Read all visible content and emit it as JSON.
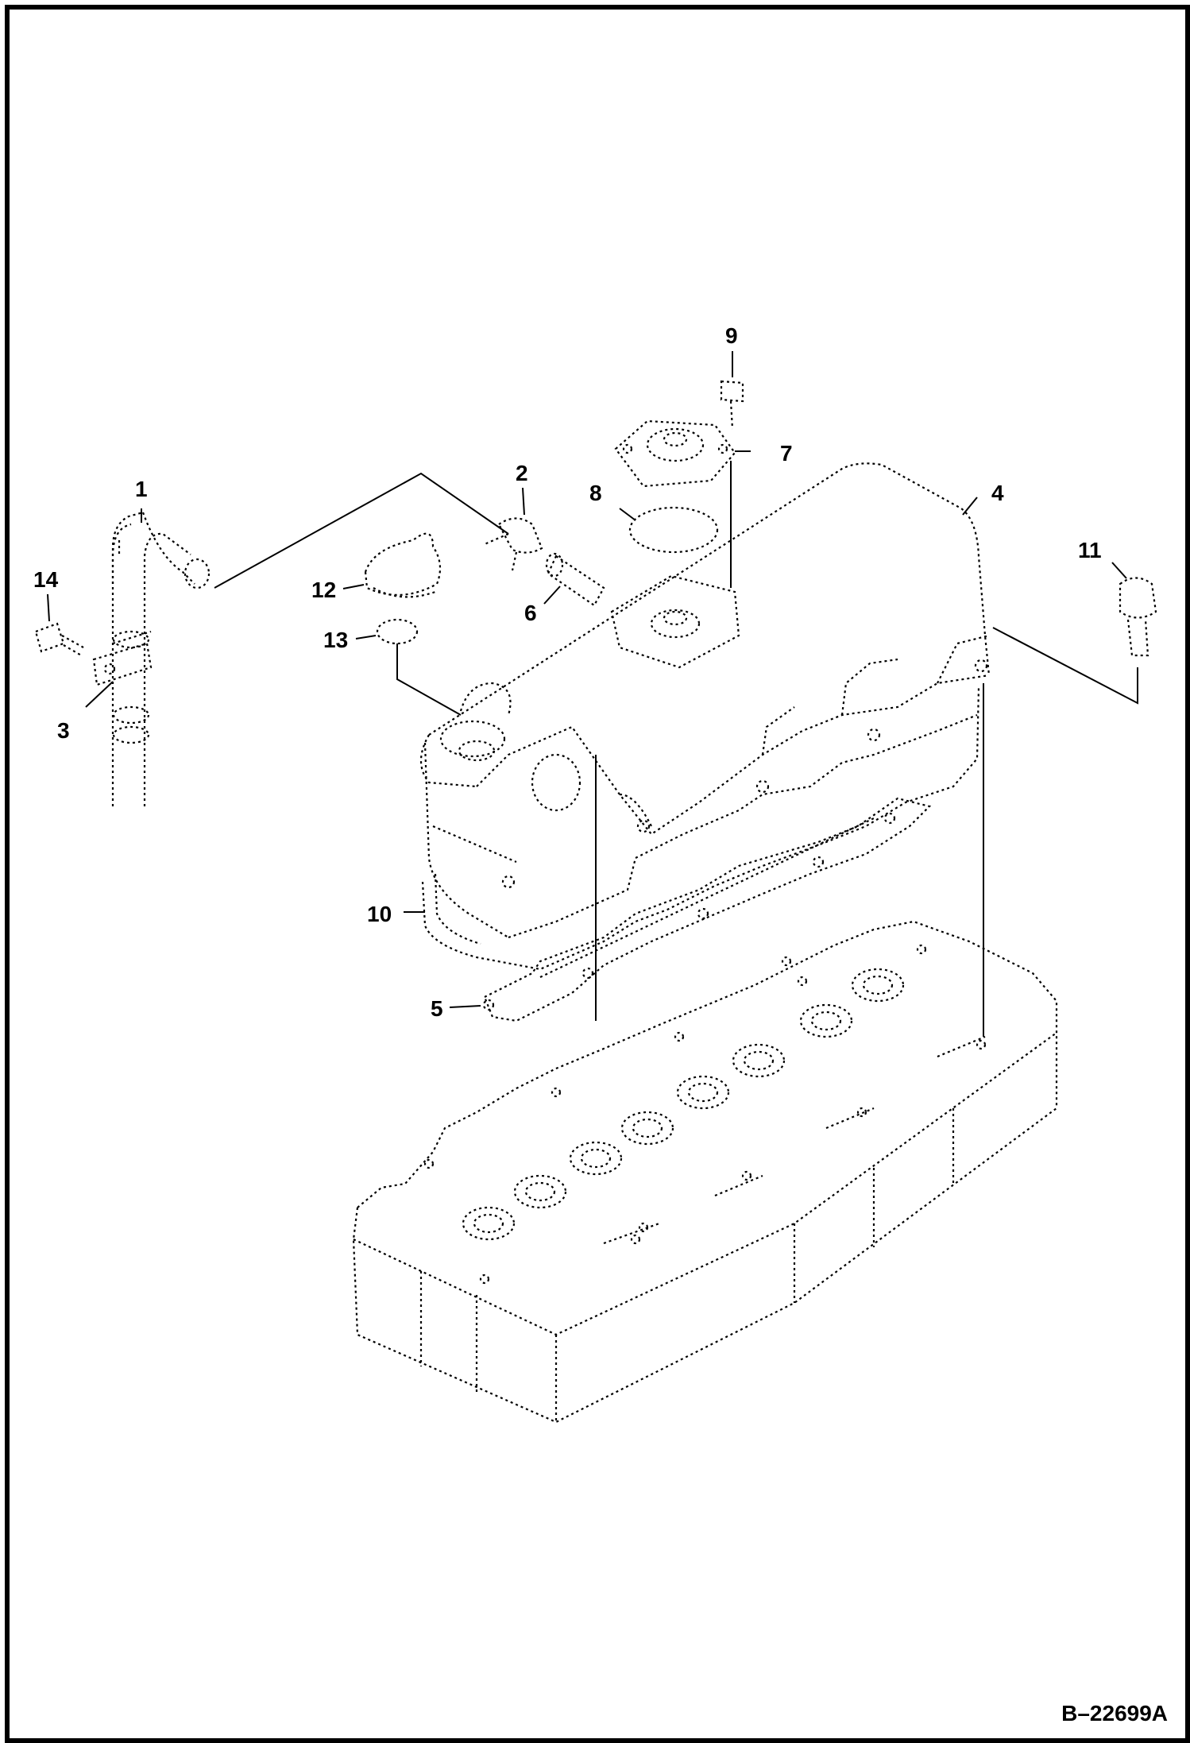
{
  "callouts": {
    "c1": "1",
    "c2": "2",
    "c3": "3",
    "c4": "4",
    "c5": "5",
    "c6": "6",
    "c7": "7",
    "c8": "8",
    "c9": "9",
    "c10": "10",
    "c11": "11",
    "c12": "12",
    "c13": "13",
    "c14": "14"
  },
  "document_id": "B–22699A"
}
